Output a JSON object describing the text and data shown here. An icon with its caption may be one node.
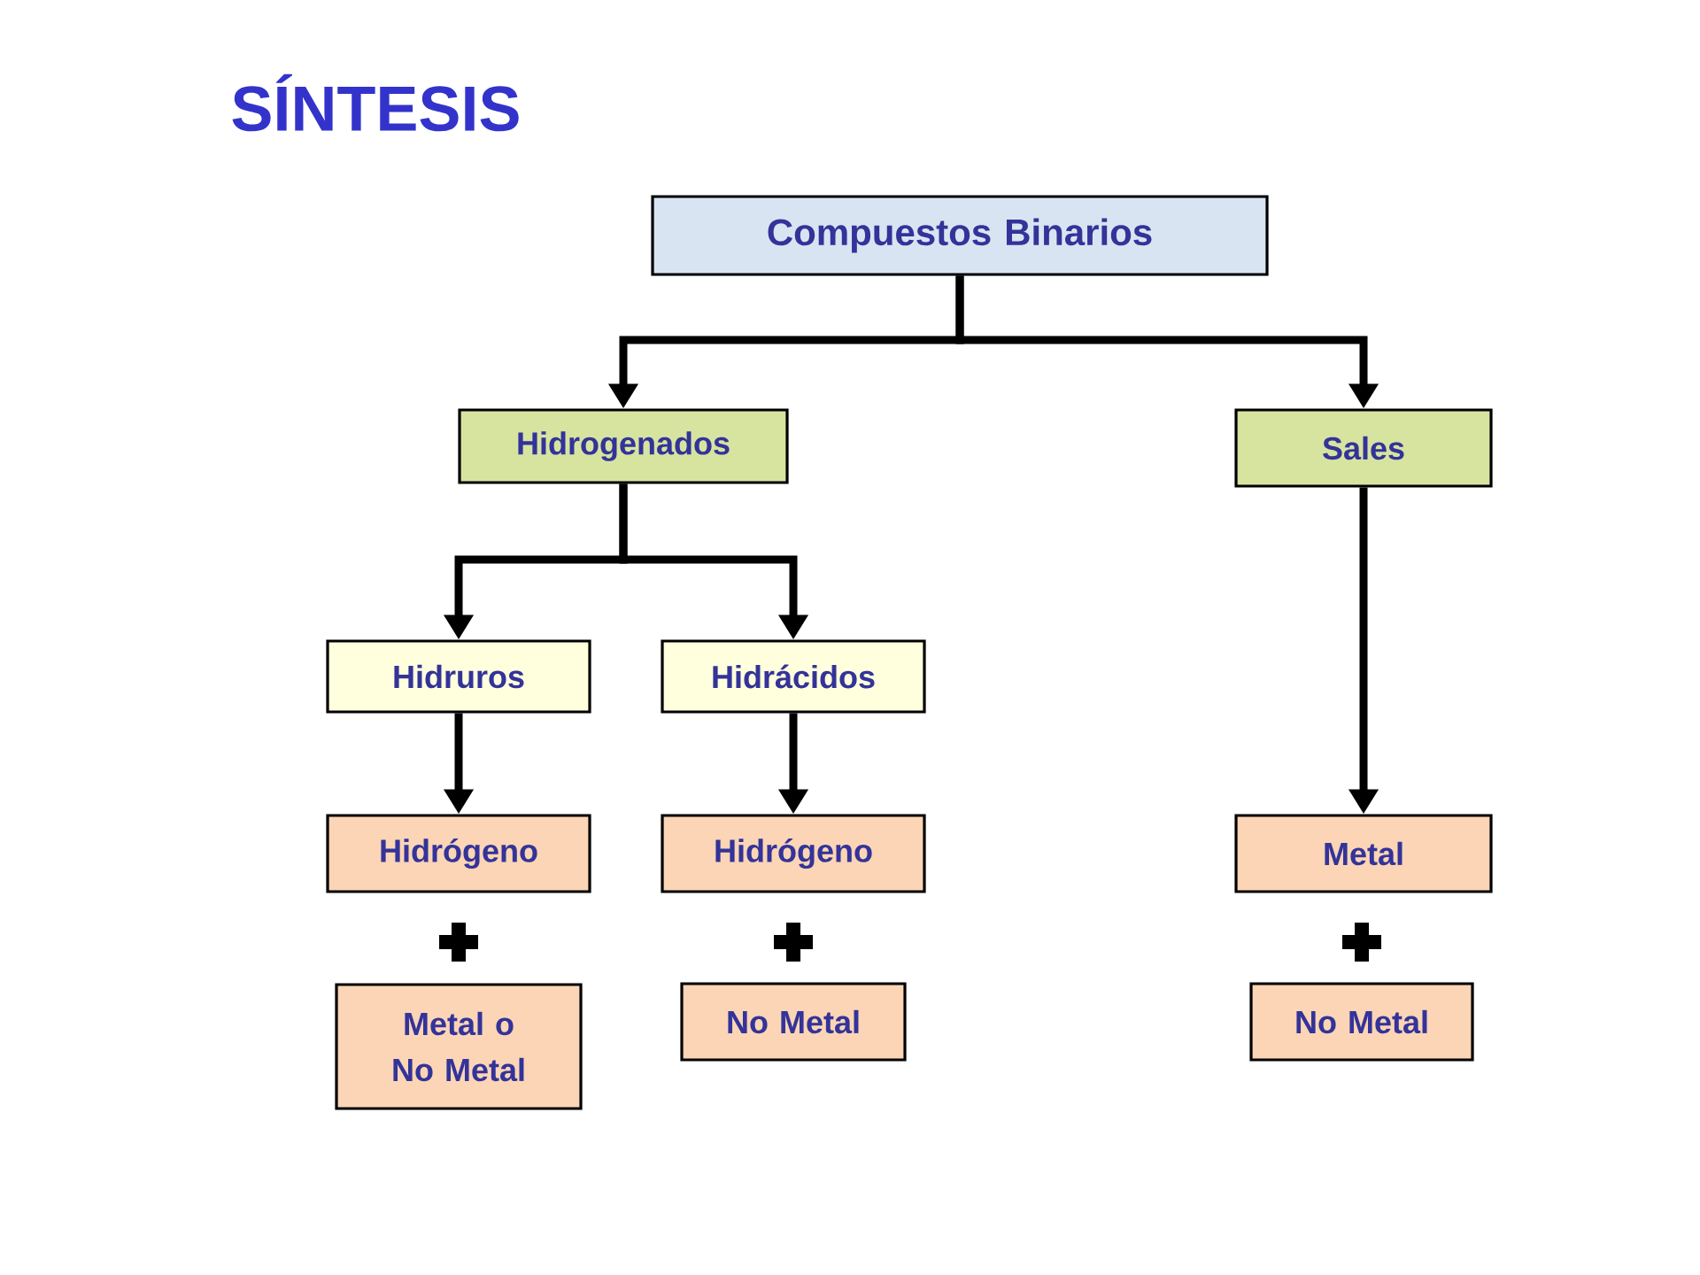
{
  "diagram": {
    "title": "SÍNTESIS",
    "nodes": [
      {
        "text": [
          "Compuestos Binarios"
        ]
      },
      {
        "text": [
          "Hidrogenados"
        ]
      },
      {
        "text": [
          "Sales"
        ]
      },
      {
        "text": [
          "Hidruros"
        ]
      },
      {
        "text": [
          "Hidrácidos"
        ]
      },
      {
        "text": [
          "Hidrógeno"
        ]
      },
      {
        "text": [
          "Hidrógeno"
        ]
      },
      {
        "text": [
          "Metal"
        ]
      },
      {
        "text": [
          "Metal o No Metal"
        ]
      },
      {
        "text": [
          "No Metal"
        ]
      },
      {
        "text": [
          "No Metal"
        ]
      }
    ],
    "edges": [
      {
        "from": 0,
        "to": 1,
        "arrow": "to"
      },
      {
        "from": 0,
        "to": 2,
        "arrow": "to"
      },
      {
        "from": 1,
        "to": 3,
        "arrow": "to"
      },
      {
        "from": 1,
        "to": 4,
        "arrow": "to"
      },
      {
        "from": 3,
        "to": 5,
        "arrow": "to"
      },
      {
        "from": 4,
        "to": 6,
        "arrow": "to"
      },
      {
        "from": 2,
        "to": 7,
        "arrow": "to"
      }
    ]
  }
}
